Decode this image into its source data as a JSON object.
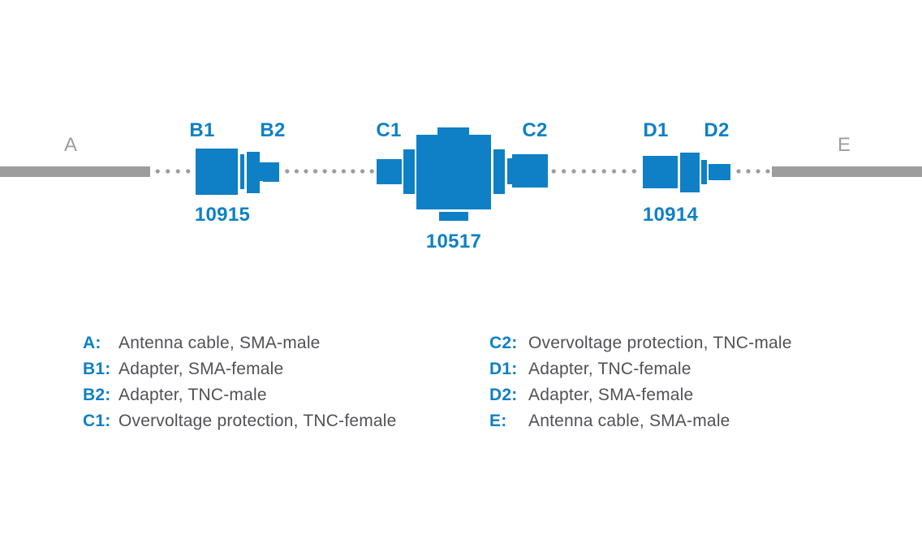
{
  "colors": {
    "component_blue": "#0f80c5",
    "cable_gray": "#9d9d9d",
    "legend_text": "#515156",
    "background": "#ffffff"
  },
  "diagram": {
    "cable_a_label": "A",
    "cable_e_label": "E",
    "connector_labels": {
      "b1": "B1",
      "b2": "B2",
      "c1": "C1",
      "c2": "C2",
      "d1": "D1",
      "d2": "D2"
    },
    "part_numbers": {
      "adapter_left": "10915",
      "overvoltage_protection": "10517",
      "adapter_right": "10914"
    }
  },
  "legend": {
    "left": [
      {
        "key": "A:",
        "desc": "Antenna cable, SMA-male"
      },
      {
        "key": "B1:",
        "desc": "Adapter, SMA-female"
      },
      {
        "key": "B2:",
        "desc": "Adapter, TNC-male"
      },
      {
        "key": "C1:",
        "desc": "Overvoltage protection, TNC-female"
      }
    ],
    "right": [
      {
        "key": "C2:",
        "desc": "Overvoltage protection, TNC-male"
      },
      {
        "key": "D1:",
        "desc": "Adapter, TNC-female"
      },
      {
        "key": "D2:",
        "desc": "Adapter, SMA-female"
      },
      {
        "key": "E:",
        "desc": "Antenna cable, SMA-male"
      }
    ]
  }
}
